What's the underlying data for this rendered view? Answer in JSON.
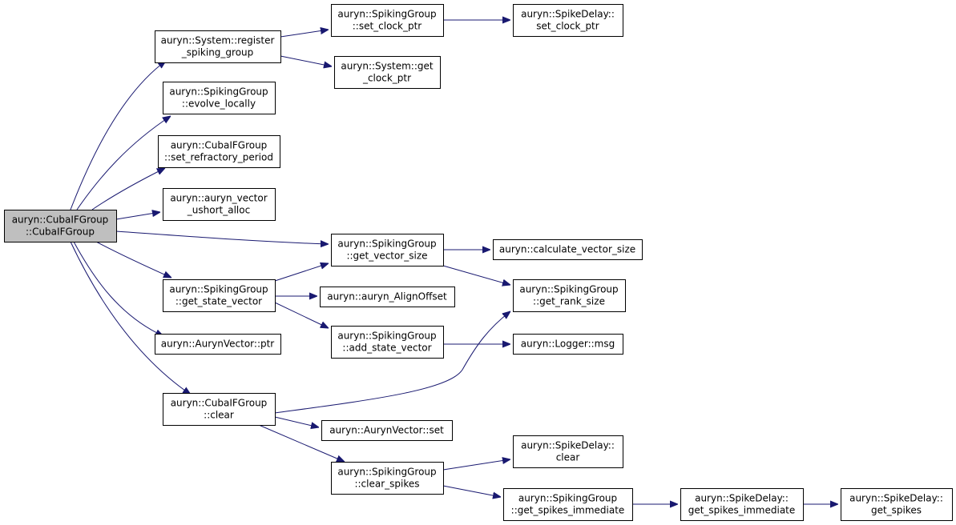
{
  "colors": {
    "edge": "#191970",
    "root_fill": "#bfbfbf",
    "node_fill": "#ffffff",
    "node_border": "#000000"
  },
  "nodes": {
    "root": {
      "lines": [
        "auryn::CubaIFGroup",
        "::CubaIFGroup"
      ]
    },
    "sys_register": {
      "lines": [
        "auryn::System::register",
        "_spiking_group"
      ]
    },
    "evolve_locally": {
      "lines": [
        "auryn::SpikingGroup",
        "::evolve_locally"
      ]
    },
    "set_refractory": {
      "lines": [
        "auryn::CubaIFGroup",
        "::set_refractory_period"
      ]
    },
    "vector_alloc": {
      "lines": [
        "auryn::auryn_vector",
        "_ushort_alloc"
      ]
    },
    "get_state_vector": {
      "lines": [
        "auryn::SpikingGroup",
        "::get_state_vector"
      ]
    },
    "aurynvector_ptr": {
      "lines": [
        "auryn::AurynVector::ptr"
      ]
    },
    "cubaif_clear": {
      "lines": [
        "auryn::CubaIFGroup",
        "::clear"
      ]
    },
    "sg_set_clock_ptr": {
      "lines": [
        "auryn::SpikingGroup",
        "::set_clock_ptr"
      ]
    },
    "sys_get_clock_ptr": {
      "lines": [
        "auryn::System::get",
        "_clock_ptr"
      ]
    },
    "get_vector_size": {
      "lines": [
        "auryn::SpikingGroup",
        "::get_vector_size"
      ]
    },
    "align_offset": {
      "lines": [
        "auryn::auryn_AlignOffset"
      ]
    },
    "add_state_vector": {
      "lines": [
        "auryn::SpikingGroup",
        "::add_state_vector"
      ]
    },
    "aurynvector_set": {
      "lines": [
        "auryn::AurynVector::set"
      ]
    },
    "clear_spikes": {
      "lines": [
        "auryn::SpikingGroup",
        "::clear_spikes"
      ]
    },
    "sd_set_clock_ptr": {
      "lines": [
        "auryn::SpikeDelay::",
        "set_clock_ptr"
      ]
    },
    "calc_vector_size": {
      "lines": [
        "auryn::calculate_vector_size"
      ]
    },
    "get_rank_size": {
      "lines": [
        "auryn::SpikingGroup",
        "::get_rank_size"
      ]
    },
    "logger_msg": {
      "lines": [
        "auryn::Logger::msg"
      ]
    },
    "sd_clear": {
      "lines": [
        "auryn::SpikeDelay::",
        "clear"
      ]
    },
    "sg_get_spikes_immediate": {
      "lines": [
        "auryn::SpikingGroup",
        "::get_spikes_immediate"
      ]
    },
    "sd_get_spikes_immediate": {
      "lines": [
        "auryn::SpikeDelay::",
        "get_spikes_immediate"
      ]
    },
    "sd_get_spikes": {
      "lines": [
        "auryn::SpikeDelay::",
        "get_spikes"
      ]
    }
  },
  "edges": [
    [
      "root",
      "sys_register"
    ],
    [
      "root",
      "evolve_locally"
    ],
    [
      "root",
      "set_refractory"
    ],
    [
      "root",
      "vector_alloc"
    ],
    [
      "root",
      "get_vector_size"
    ],
    [
      "root",
      "get_state_vector"
    ],
    [
      "root",
      "aurynvector_ptr"
    ],
    [
      "root",
      "cubaif_clear"
    ],
    [
      "sys_register",
      "sg_set_clock_ptr"
    ],
    [
      "sys_register",
      "sys_get_clock_ptr"
    ],
    [
      "sg_set_clock_ptr",
      "sd_set_clock_ptr"
    ],
    [
      "get_state_vector",
      "get_vector_size"
    ],
    [
      "get_state_vector",
      "align_offset"
    ],
    [
      "get_state_vector",
      "add_state_vector"
    ],
    [
      "get_vector_size",
      "calc_vector_size"
    ],
    [
      "get_vector_size",
      "get_rank_size"
    ],
    [
      "add_state_vector",
      "logger_msg"
    ],
    [
      "cubaif_clear",
      "get_rank_size"
    ],
    [
      "cubaif_clear",
      "aurynvector_set"
    ],
    [
      "cubaif_clear",
      "clear_spikes"
    ],
    [
      "clear_spikes",
      "sd_clear"
    ],
    [
      "clear_spikes",
      "sg_get_spikes_immediate"
    ],
    [
      "sg_get_spikes_immediate",
      "sd_get_spikes_immediate"
    ],
    [
      "sd_get_spikes_immediate",
      "sd_get_spikes"
    ]
  ]
}
